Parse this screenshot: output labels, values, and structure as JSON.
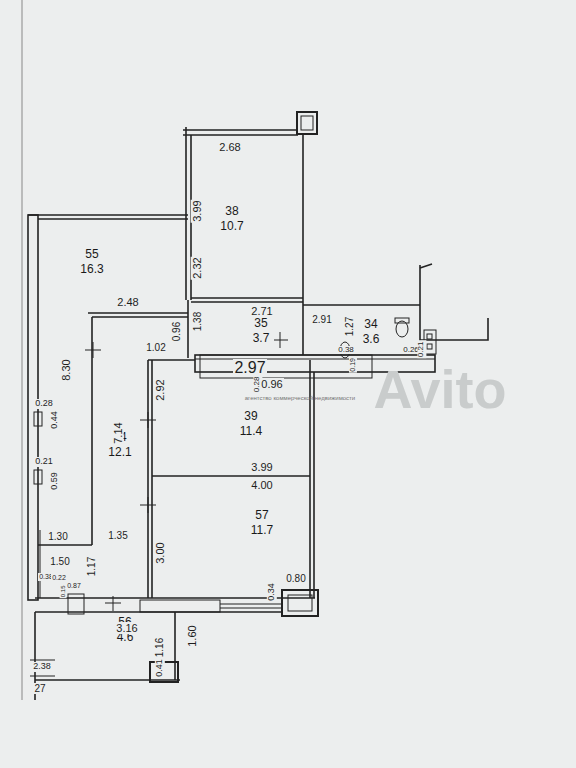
{
  "diagram": {
    "nodes": [
      {
        "text": [
          "38",
          "10.7"
        ]
      },
      {
        "text": [
          "55",
          "16.3"
        ]
      },
      {
        "text": [
          "35",
          "3.7"
        ]
      },
      {
        "text": [
          "34",
          "3.6"
        ]
      },
      {
        "text": [
          "39",
          "11.4"
        ]
      },
      {
        "text": [
          "54",
          "12.1"
        ]
      },
      {
        "text": [
          "57",
          "11.7"
        ]
      },
      {
        "text": [
          "56",
          "4.6"
        ]
      }
    ],
    "labels": [
      "2.68",
      "3.99",
      "2.32",
      "2.48",
      "2.71",
      "1.38",
      "0.96",
      "1.02",
      "2.91",
      "1.27",
      "0.38",
      "0.19",
      "0.26",
      "0.21",
      "2.97",
      "0.28",
      "0.96",
      "агентство коммерческой недвижимости",
      "8.30",
      "0.28",
      "0.44",
      "0.21",
      "0.59",
      "7.14",
      "2.92",
      "3.99",
      "4.00",
      "3.00",
      "1.30",
      "1.35",
      "1.50",
      "1.17",
      "0.38",
      "0.22",
      "0.15",
      "0.87",
      "0.34",
      "0.80",
      "3.16",
      "1.60",
      "1.16",
      "0.41",
      "2.38",
      "27",
      "Avito"
    ]
  }
}
